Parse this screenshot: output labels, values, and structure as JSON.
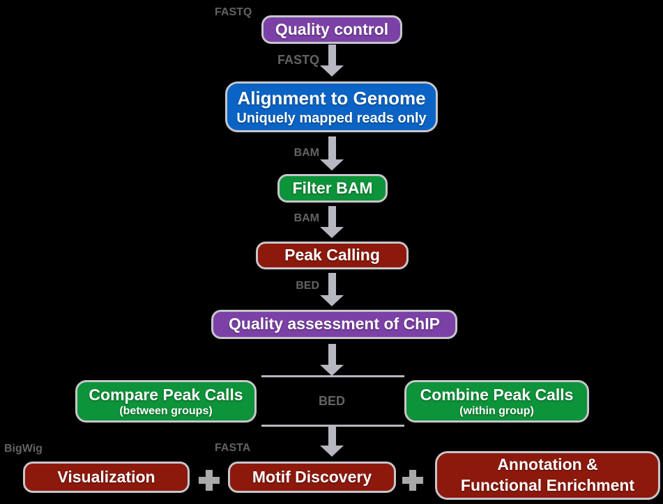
{
  "colors": {
    "background": "#000000",
    "purple": "#7c41a7",
    "blue": "#0b64c5",
    "green": "#0d9339",
    "dark_red": "#8d190d",
    "border": "#c7c6cc",
    "arrow": "#b7b7c1",
    "plus": "#a9a9a9",
    "label": "#636363",
    "node_text": "#ffffff"
  },
  "nodes": {
    "quality_control": "Quality control",
    "alignment_title": "Alignment to Genome",
    "alignment_subtitle": "Uniquely mapped reads only",
    "filter_bam": "Filter BAM",
    "peak_calling": "Peak Calling",
    "quality_assessment": "Quality assessment of ChIP",
    "compare_title": "Compare Peak Calls",
    "compare_subtitle": "(between groups)",
    "combine_title": "Combine Peak Calls",
    "combine_subtitle": "(within group)",
    "visualization": "Visualization",
    "motif_discovery": "Motif Discovery",
    "annotation_line1": "Annotation &",
    "annotation_line2": "Functional Enrichment"
  },
  "file_labels": {
    "input": "FASTQ",
    "after_qc": "FASTQ",
    "after_alignment": "BAM",
    "after_filter": "BAM",
    "after_peak_calling": "BED",
    "between_sections": "BED",
    "visualization_input": "BigWig",
    "motif_input": "FASTA"
  }
}
